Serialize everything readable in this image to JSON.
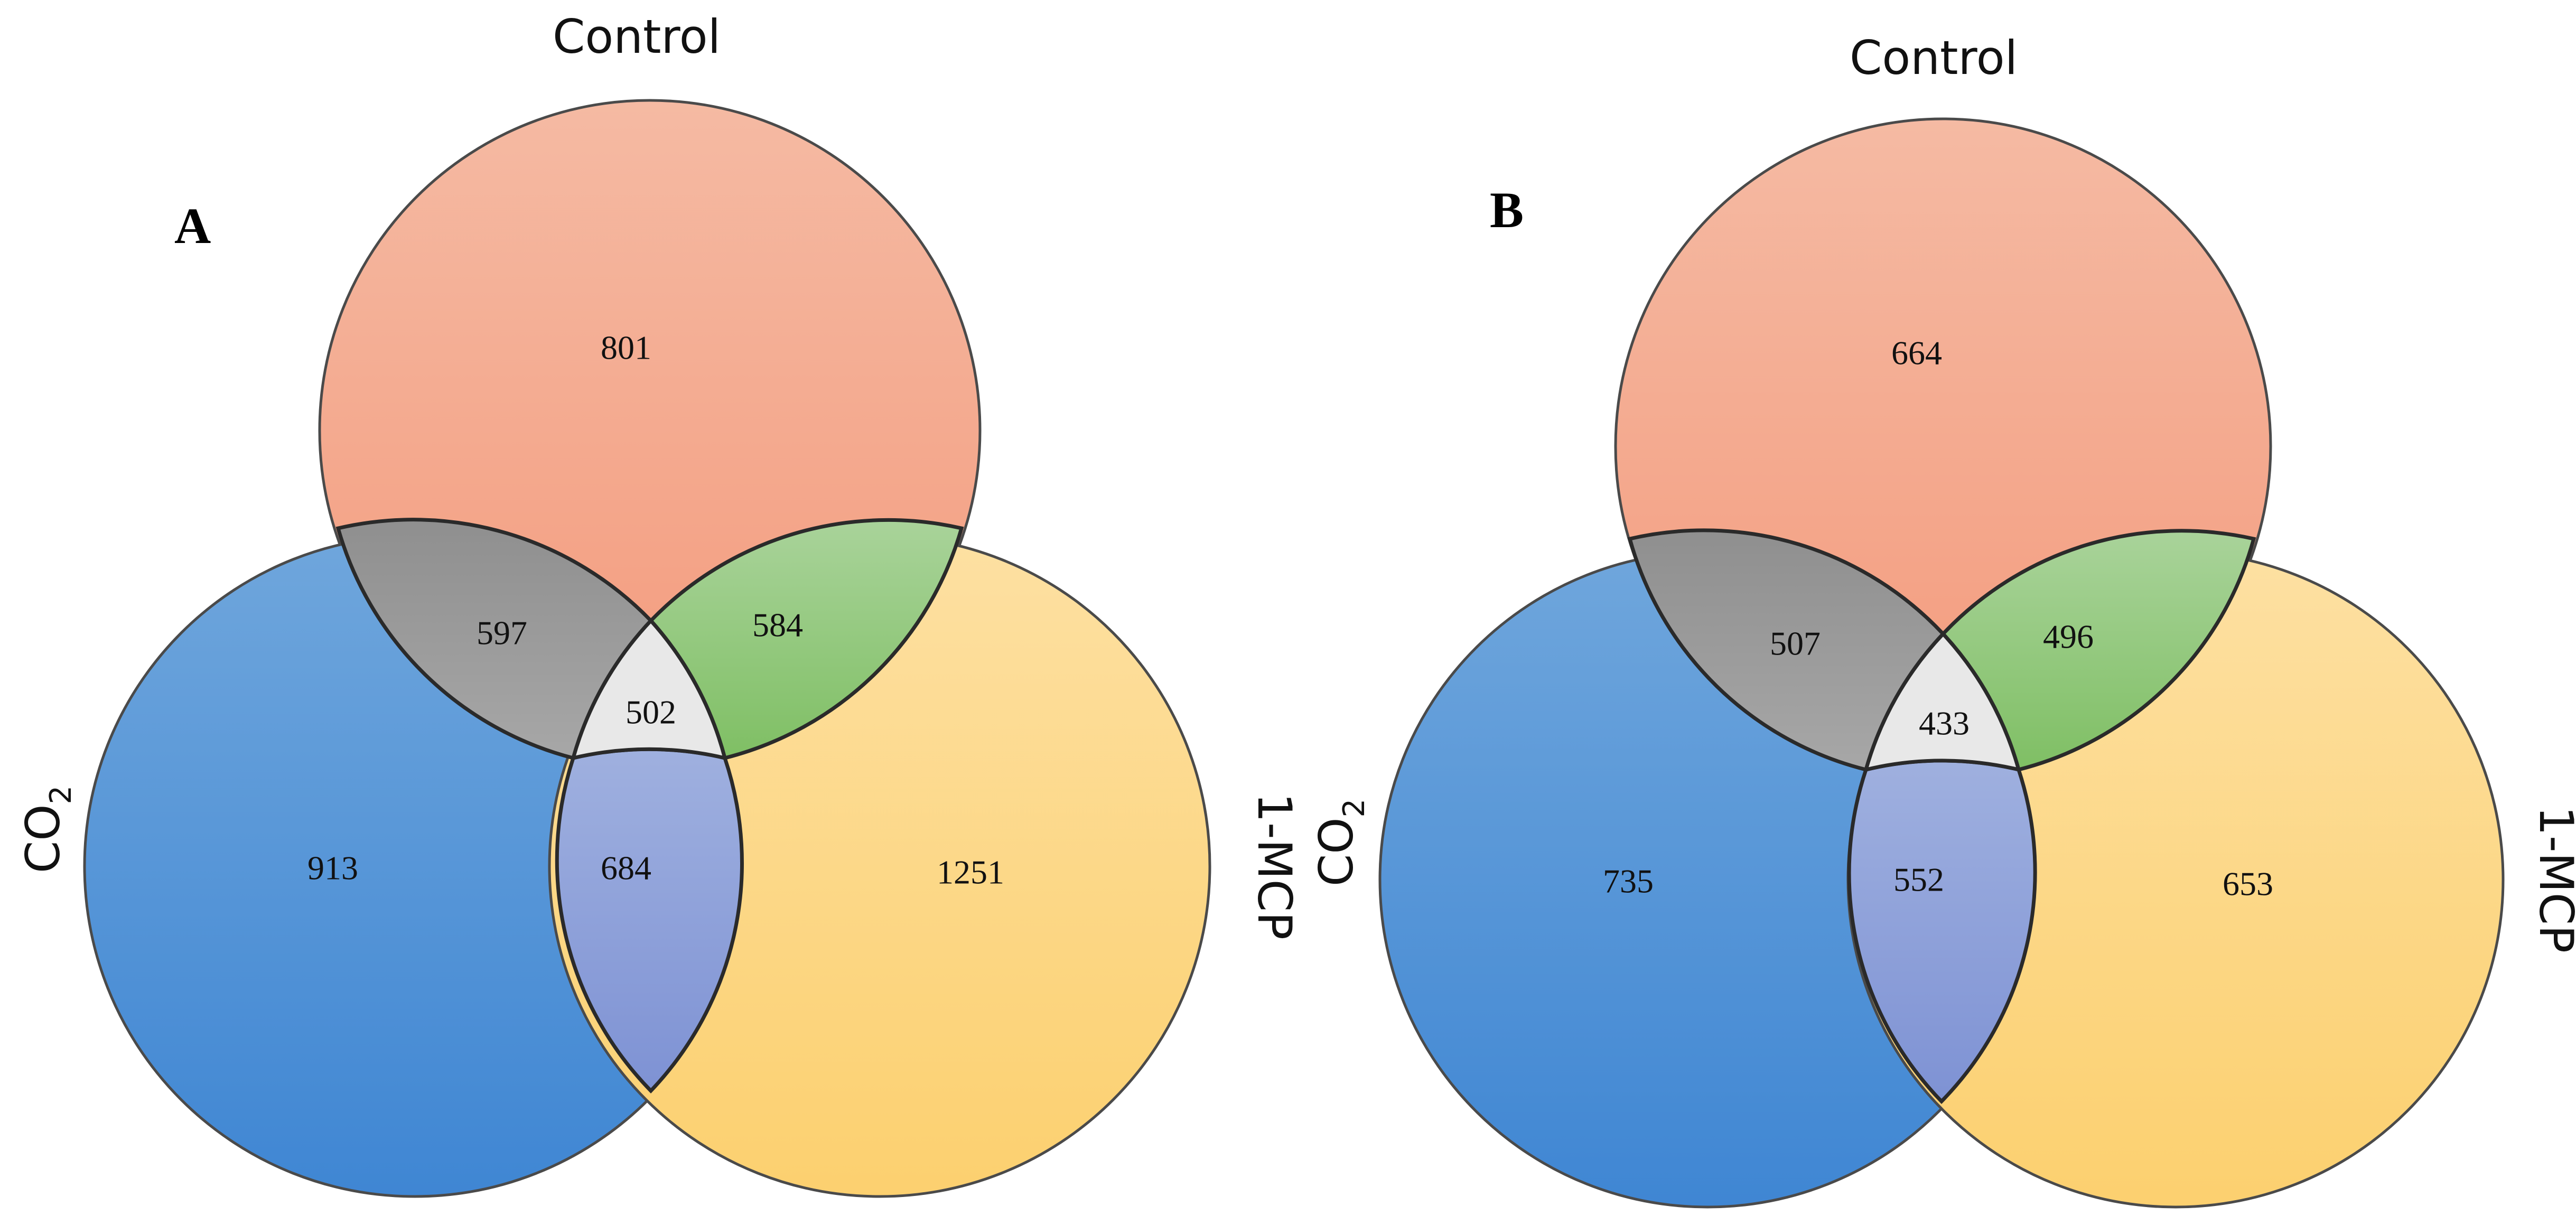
{
  "panels": [
    {
      "panel_label": "A",
      "sets": {
        "top": "Control",
        "left_main": "CO",
        "left_sub": "2",
        "right": "1-MCP"
      },
      "counts": {
        "control_only": "801",
        "co2_only": "913",
        "mcp_only": "1251",
        "control_co2": "597",
        "control_mcp": "584",
        "co2_mcp": "684",
        "all": "502"
      }
    },
    {
      "panel_label": "B",
      "sets": {
        "top": "Control",
        "left_main": "CO",
        "left_sub": "2",
        "right": "1-MCP"
      },
      "counts": {
        "control_only": "664",
        "co2_only": "735",
        "mcp_only": "653",
        "control_co2": "507",
        "control_mcp": "496",
        "co2_mcp": "552",
        "all": "433"
      }
    }
  ],
  "colors": {
    "control": "#f4a284",
    "co2": "#4a90d9",
    "mcp": "#fdd479",
    "control_co2": "#999999",
    "control_mcp": "#93c47d",
    "co2_mcp": "#8e9fd9",
    "all": "#e8e8e8"
  }
}
